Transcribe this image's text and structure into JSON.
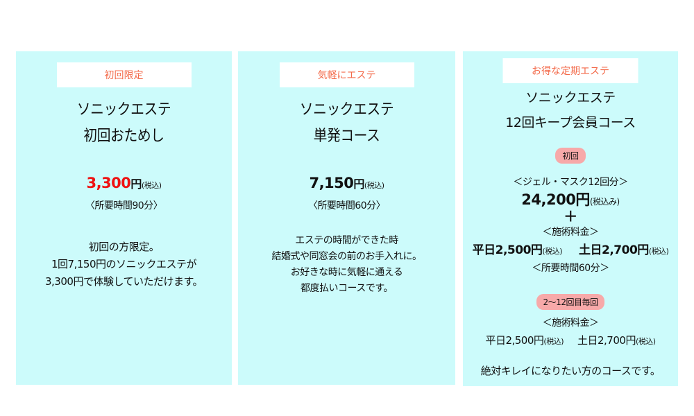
{
  "cards": [
    {
      "tag": "初回限定",
      "title1": "ソニックエステ",
      "title2": "初回おためし",
      "price": "3,300",
      "yen": "円",
      "tax": "(税込)",
      "duration": "〈所要時間90分〉",
      "desc": [
        "初回の方限定。",
        "1回7,150円のソニックエステが",
        "3,300円で体験していただけます。"
      ],
      "price_color": "#ee1111"
    },
    {
      "tag": "気軽にエステ",
      "title1": "ソニックエステ",
      "title2": "単発コース",
      "price": "7,150",
      "yen": "円",
      "tax": "(税込)",
      "duration": "〈所要時間60分〉",
      "desc": [
        "エステの時間ができた時",
        "結婚式や同窓会の前のお手入れに。",
        "お好きな時に気軽に通える",
        "都度払いコースです。"
      ]
    },
    {
      "tag": "お得な定期エステ",
      "title1": "ソニックエステ",
      "title2": "12回キープ会員コース",
      "first_badge": "初回",
      "mask": "＜ジェル・マスク12回分＞",
      "price": "24,200円",
      "tax_incl": "(税込み)",
      "plus": "＋",
      "fee_label": "＜施術料金＞",
      "weekday": "平日2,500円",
      "weekend": "土日2,700円",
      "tax": "(税込)",
      "duration": "＜所要時間60分＞",
      "repeat_badge": "2〜12回目毎回",
      "fee_label2": "＜施術料金＞",
      "weekday2": "平日2,500円",
      "weekend2": "土日2,700円",
      "desc": "絶対キレイになりたい方のコースです。"
    }
  ]
}
